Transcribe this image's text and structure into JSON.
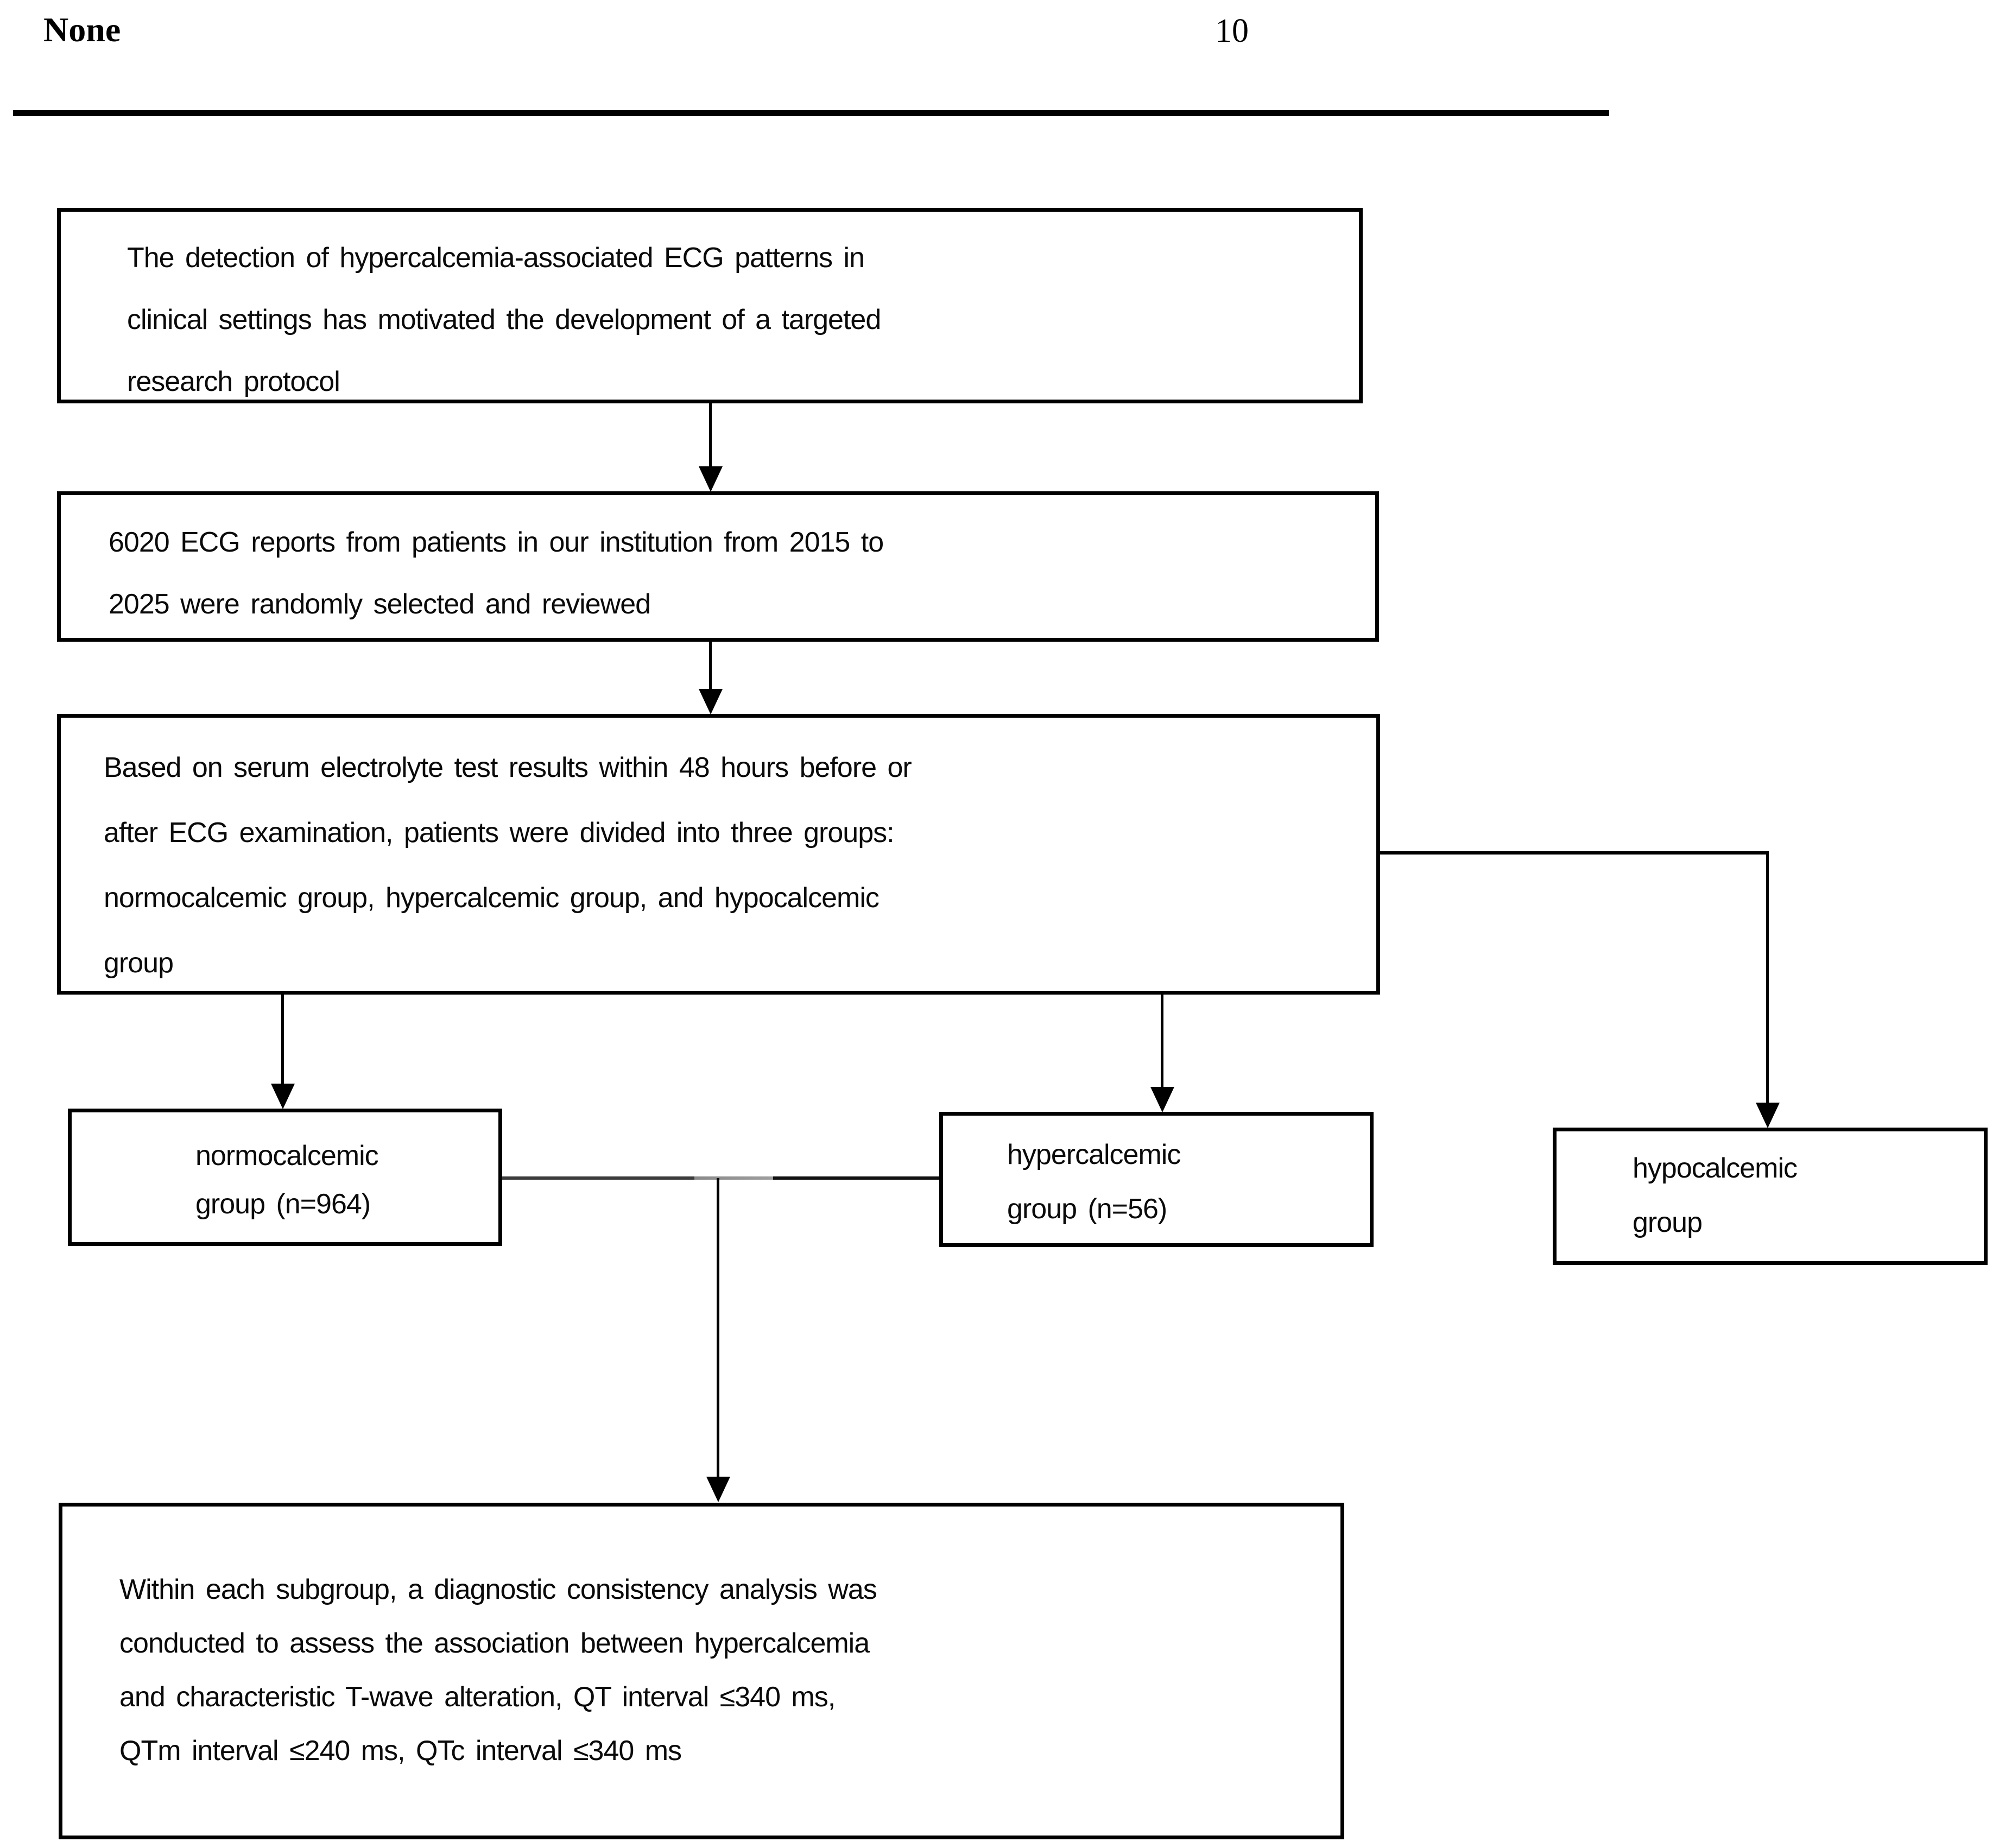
{
  "header": {
    "title": "None",
    "page_number": "10"
  },
  "flowchart": {
    "motivation_box": {
      "lines": [
        "The detection of hypercalcemia-associated ECG patterns in",
        "clinical settings has motivated the development of a targeted",
        "research protocol"
      ]
    },
    "selection_box": {
      "lines": [
        "6020 ECG reports from patients in our institution from 2015 to",
        "2025 were randomly selected and reviewed"
      ]
    },
    "grouping_box": {
      "lines": [
        "Based on serum electrolyte test results within 48 hours before or",
        "after ECG examination, patients were divided into three groups:",
        "normocalcemic group, hypercalcemic group, and hypocalcemic",
        "group"
      ]
    },
    "normocalcemic_box": {
      "lines": [
        "normocalcemic",
        "group (n=964)"
      ]
    },
    "hypercalcemic_box": {
      "lines": [
        "hypercalcemic",
        "group (n=56)"
      ]
    },
    "hypocalcemic_box": {
      "lines": [
        "hypocalcemic",
        "group"
      ]
    },
    "analysis_box": {
      "lines": [
        "Within each subgroup, a diagnostic consistency analysis was",
        "conducted to assess the association between hypercalcemia",
        "and characteristic T-wave alteration, QT interval ≤340 ms,",
        "QTm interval ≤240 ms, QTc interval ≤340 ms"
      ]
    },
    "colors": {
      "ink": "#000000",
      "background": "#ffffff"
    }
  }
}
